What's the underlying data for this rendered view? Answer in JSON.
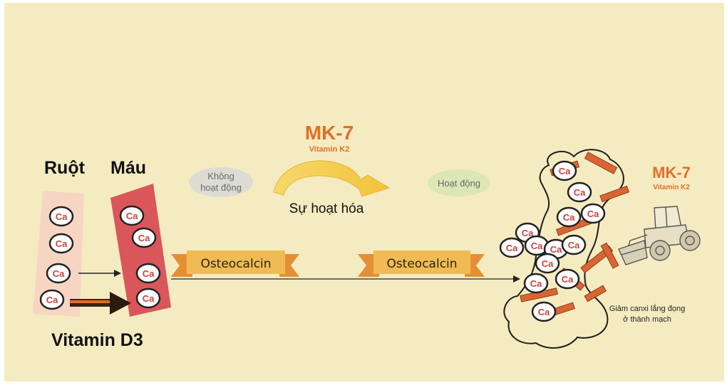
{
  "labels": {
    "intestine": "Ruột",
    "blood": "Máu",
    "vitamin_d3": "Vitamin D3",
    "mk7_title": "MK-7",
    "mk7_sub": "Vitamin K2",
    "inactive_line1": "Không",
    "inactive_line2": "hoạt động",
    "active": "Hoạt động",
    "activation": "Sự hoạt hóa",
    "osteocalcin_left": "Osteocalcin",
    "osteocalcin_right": "Osteocalcin",
    "mk7_right_title": "MK-7",
    "mk7_right_sub": "Vitamin K2",
    "caption_line1": "Giảm canxi lắng đọng",
    "caption_line2": "ở thành mạch",
    "calcium": "Ca"
  },
  "colors": {
    "background": "#f5ebc1",
    "intestine_band": "#f6d6c2",
    "blood_band": "#d9565a",
    "mk7": "#e0702b",
    "ribbon": "#f0bb55",
    "ribbon_tail": "#e48f36",
    "bone_stick": "#d86532",
    "calcium_text": "#c9443f",
    "inactive_oval": "#dcdcd4",
    "active_oval": "#dce6b7"
  },
  "icons": [
    "curved-arrow-icon",
    "bulldozer-icon",
    "bone-icon",
    "calcium-ion-icon"
  ]
}
